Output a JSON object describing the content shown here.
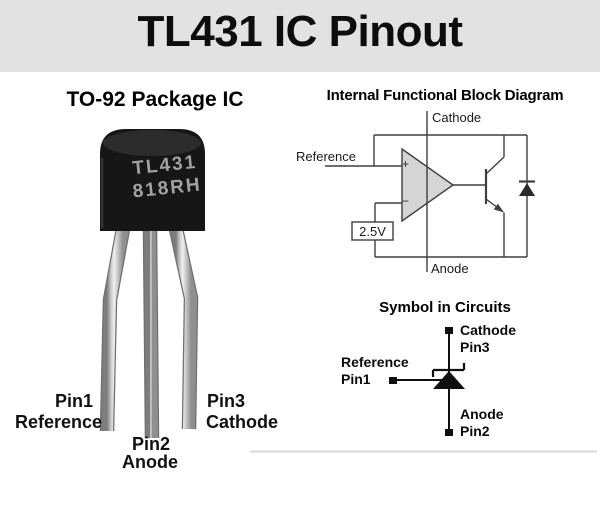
{
  "title": "TL431 IC Pinout",
  "left_panel": {
    "heading": "TO-92 Package IC",
    "chip_marking": {
      "line1": "TL431",
      "line2": "818RH"
    },
    "pins": [
      {
        "number": "Pin1",
        "name": "Reference"
      },
      {
        "number": "Pin2",
        "name": "Anode"
      },
      {
        "number": "Pin3",
        "name": "Cathode"
      }
    ]
  },
  "block_diagram": {
    "heading": "Internal Functional Block Diagram",
    "labels": {
      "cathode": "Cathode",
      "reference": "Reference",
      "anode": "Anode",
      "vref": "2.5V",
      "opamp_plus": "+",
      "opamp_minus": "−"
    }
  },
  "symbol_section": {
    "heading": "Symbol in Circuits",
    "cathode": {
      "name": "Cathode",
      "pin": "Pin3"
    },
    "reference": {
      "name": "Reference",
      "pin": "Pin1"
    },
    "anode": {
      "name": "Anode",
      "pin": "Pin2"
    }
  },
  "colors": {
    "header_bg": "#e2e2e2",
    "panel_bg": "#ffffff",
    "diagram_line": "#3f3f3f",
    "opamp_fill": "#d5d5d5",
    "symbol_color": "#0f0f0f",
    "chip_body": "#161616",
    "chip_marking": "#a2a2a2",
    "divider": "#d9d9d9"
  }
}
